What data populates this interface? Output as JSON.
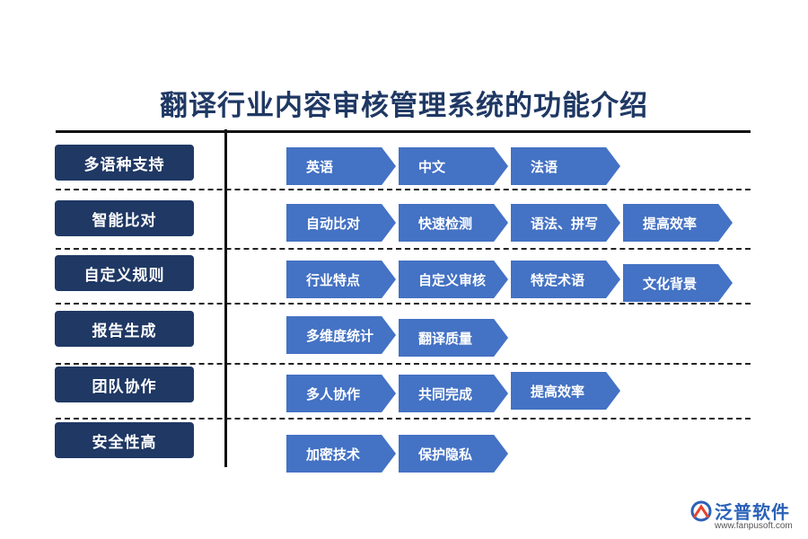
{
  "title": "翻译行业内容审核管理系统的功能介绍",
  "rows": [
    {
      "category": "多语种支持",
      "items": [
        "英语",
        "中文",
        "法语"
      ]
    },
    {
      "category": "智能比对",
      "items": [
        "自动比对",
        "快速检测",
        "语法、拼写",
        "提高效率"
      ]
    },
    {
      "category": "自定义规则",
      "items": [
        "行业特点",
        "自定义审核",
        "特定术语",
        "文化背景"
      ]
    },
    {
      "category": "报告生成",
      "items": [
        "多维度统计",
        "翻译质量"
      ]
    },
    {
      "category": "团队协作",
      "items": [
        "多人协作",
        "共同完成",
        "提高效率"
      ]
    },
    {
      "category": "安全性高",
      "items": [
        "加密技术",
        "保护隐私"
      ]
    }
  ],
  "logo": {
    "name": "泛普软件",
    "url": "www.fanpusoft.com"
  },
  "colors": {
    "title": "#1f3864",
    "category_bg": "#1f3864",
    "chip_bg": "#4472c4"
  }
}
